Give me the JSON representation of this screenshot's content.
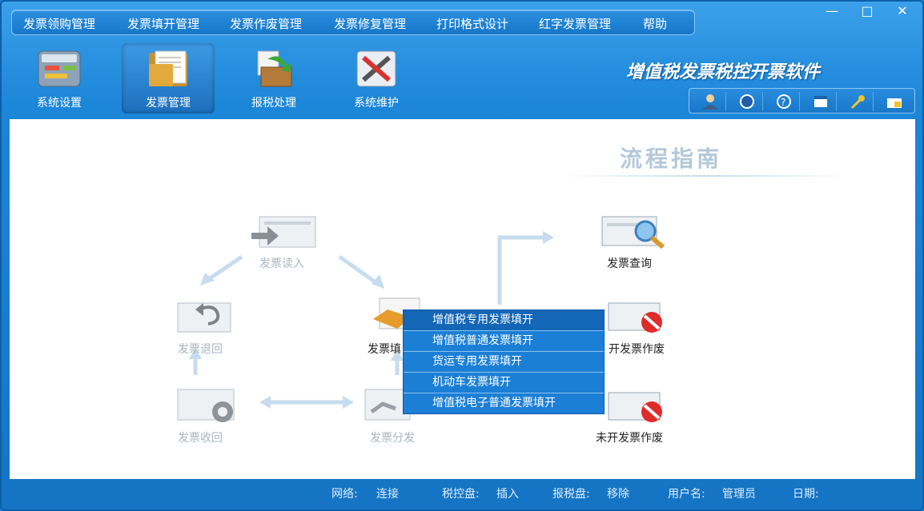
{
  "menu": [
    "发票领购管理",
    "发票填开管理",
    "发票作废管理",
    "发票修复管理",
    "打印格式设计",
    "红字发票管理",
    "帮助"
  ],
  "window_controls": {
    "minimize": "—",
    "maximize": "□",
    "close": "✕"
  },
  "toolbar": {
    "buttons": [
      {
        "label": "系统设置",
        "icon": "settings-panel-icon"
      },
      {
        "label": "发票管理",
        "icon": "folder-icon"
      },
      {
        "label": "报税处理",
        "icon": "tax-box-icon"
      },
      {
        "label": "系统维护",
        "icon": "tools-icon"
      }
    ],
    "app_title": "增值税发票税控开票软件",
    "small_buttons": [
      "user-icon",
      "refresh-icon",
      "help-icon",
      "window-icon",
      "key-icon",
      "lock-icon"
    ]
  },
  "content": {
    "guide_title": "流程指南",
    "nodes": {
      "read": "发票读入",
      "return": "发票退回",
      "fill_partial": "发票填",
      "recall": "发票收回",
      "distribute": "发票分发",
      "query": "发票查询",
      "void_issued": "开发票作废",
      "void_unissued": "未开发票作废"
    }
  },
  "context_menu": [
    "增值税专用发票填开",
    "增值税普通发票填开",
    "货运专用发票填开",
    "机动车发票填开",
    "增值税电子普通发票填开"
  ],
  "status": {
    "network_label": "网络:",
    "network_value": "连接",
    "disk_label": "税控盘:",
    "disk_value": "插入",
    "taxdisk_label": "报税盘:",
    "taxdisk_value": "移除",
    "user_label": "用户名:",
    "user_value": "管理员",
    "date_label": "日期:"
  },
  "colors": {
    "accent": "#1c7fd6",
    "highlight": "#1466b6",
    "window": "#1574c4"
  }
}
